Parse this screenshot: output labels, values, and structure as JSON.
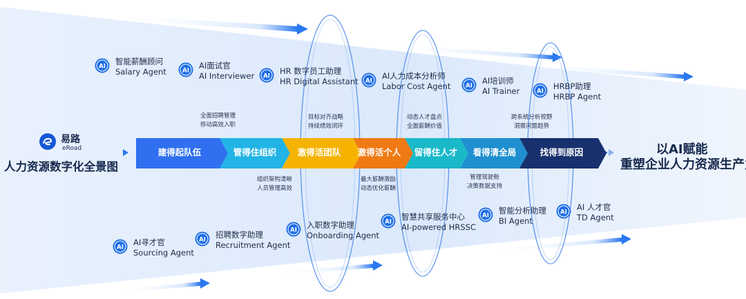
{
  "brand": {
    "logo_icon": "eroad-logo-icon",
    "name_cn": "易路",
    "name_en": "eRoad"
  },
  "main_title": "人力资源数字化全景图",
  "right_title": {
    "line1": "以AI赋能",
    "line2": "重塑企业人力资源生产力"
  },
  "agents_top": [
    {
      "cn": "智能薪酬顾问",
      "en": "Salary Agent"
    },
    {
      "cn": "AI面试官",
      "en": "AI Interviewer"
    },
    {
      "cn": "HR 数字员工助理",
      "en": "HR Digital Assistant"
    },
    {
      "cn": "AI人力成本分析师",
      "en": "Labor Cost Agent"
    },
    {
      "cn": "AI培训师",
      "en": "AI Trainer"
    },
    {
      "cn": "HRBP助理",
      "en": "HRBP Agent"
    }
  ],
  "agents_bottom": [
    {
      "cn": "AI寻才官",
      "en": "Sourcing Agent"
    },
    {
      "cn": "招聘数字助理",
      "en": "Recruitment Agent"
    },
    {
      "cn": "入职数字助理",
      "en": "Onboarding Agent"
    },
    {
      "cn": "智慧共享服务中心",
      "en": "AI-powered HRSSC"
    },
    {
      "cn": "智能分析助理",
      "en": "BI Agent"
    },
    {
      "cn": "AI 人才官",
      "en": "TD Agent"
    }
  ],
  "stages": [
    {
      "label": "建得起队伍",
      "color": "#2f6ff0"
    },
    {
      "label": "管得住组织",
      "color": "#22b4e6"
    },
    {
      "label": "激得活团队",
      "color": "#f5b300"
    },
    {
      "label": "激得活个人",
      "color": "#ef7a14"
    },
    {
      "label": "留得住人才",
      "color": "#19b9c9"
    },
    {
      "label": "看得清全局",
      "color": "#1f8fcf"
    },
    {
      "label": "找得到原因",
      "color": "#18306e"
    }
  ],
  "notes_top": [
    {
      "line1": "全面招聘管理",
      "line2": "移动高效入职"
    },
    {
      "line1": "目标对齐战略",
      "line2": "持续绩效闭环"
    },
    {
      "line1": "动态人才盘点",
      "line2": "全面薪酬价值"
    },
    {
      "line1": "跨系统分析视野",
      "line2": "洞察问题趋势"
    }
  ],
  "notes_bottom": [
    {
      "line1": "组织架构清晰",
      "line2": "人员管理高效"
    },
    {
      "line1": "最大薪酬激励",
      "line2": "动态优化薪酬"
    },
    {
      "line1": "管理驾驶舱",
      "line2": "决策数据支持"
    }
  ],
  "icons": {
    "agent": "ai-badge-icon",
    "flow_arrow": "chevron-right-icon"
  },
  "colors": {
    "accent": "#1f6fe8",
    "title": "#16294d"
  }
}
